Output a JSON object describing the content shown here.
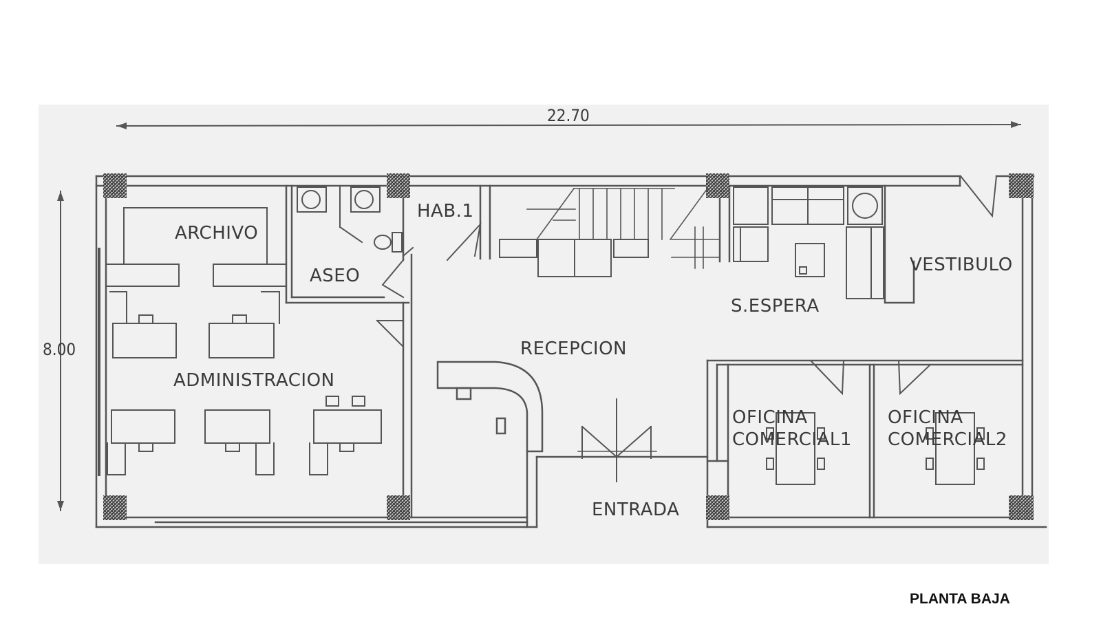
{
  "plan": {
    "overall_width": "22.70",
    "overall_depth": "8.00",
    "caption": "PLANTA BAJA",
    "rooms": {
      "archivo": "ARCHIVO",
      "aseo": "ASEO",
      "hab1": "HAB.1",
      "administracion": "ADMINISTRACION",
      "recepcion": "RECEPCION",
      "entrada": "ENTRADA",
      "espera": "S.ESPERA",
      "vestibulo": "VESTIBULO",
      "oficina1_line1": "OFICINA",
      "oficina1_line2": "COMERCIAL1",
      "oficina2_line1": "OFICINA",
      "oficina2_line2": "COMERCIAL2"
    },
    "colors": {
      "line": "#555555",
      "paper": "#f1f1f1",
      "column": "#3a3a3a"
    }
  }
}
